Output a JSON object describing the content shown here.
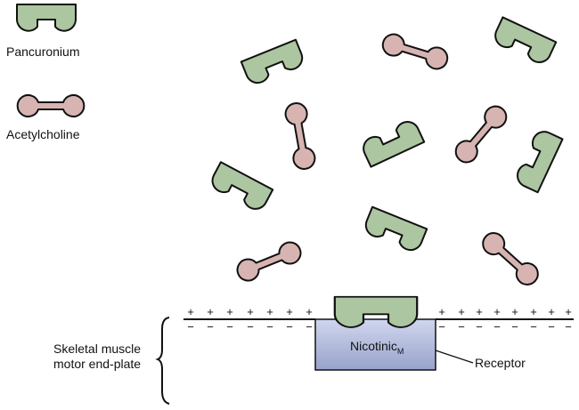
{
  "legend": {
    "pancuronium_label": "Pancuronium",
    "acetylcholine_label": "Acetylcholine"
  },
  "membrane": {
    "region_label_line1": "Skeletal muscle",
    "region_label_line2": "motor end-plate",
    "outer_charge": "+",
    "inner_charge": "−"
  },
  "receptor": {
    "name": "Nicotinic",
    "subscript": "M",
    "callout_label": "Receptor"
  },
  "colors": {
    "pancuronium": "#abc6a0",
    "acetylcholine": "#d7b4b1",
    "receptor_top": "#d0d6ee",
    "receptor_bottom": "#98a3cb"
  }
}
